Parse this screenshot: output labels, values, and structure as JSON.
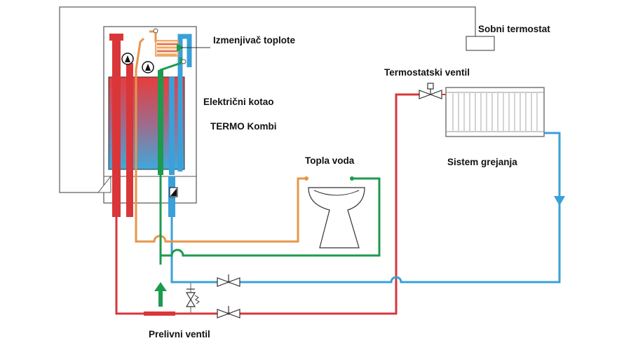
{
  "labels": {
    "heat_exchanger": "Izmenjivač toplote",
    "room_thermostat": "Sobni termostat",
    "thermostatic_valve": "Termostatski ventil",
    "boiler_line1": "Električni kotao",
    "boiler_line2": "TERMO Kombi",
    "hot_water": "Topla voda",
    "heating_system": "Sistem grejanja",
    "overflow_valve": "Prelivni ventil"
  },
  "colors": {
    "supply_red": "#d9363a",
    "return_blue": "#3aa0d8",
    "hot_water_orange": "#e8954a",
    "cold_water_green": "#1d9a4e",
    "wire_gray": "#7a7a7a"
  }
}
